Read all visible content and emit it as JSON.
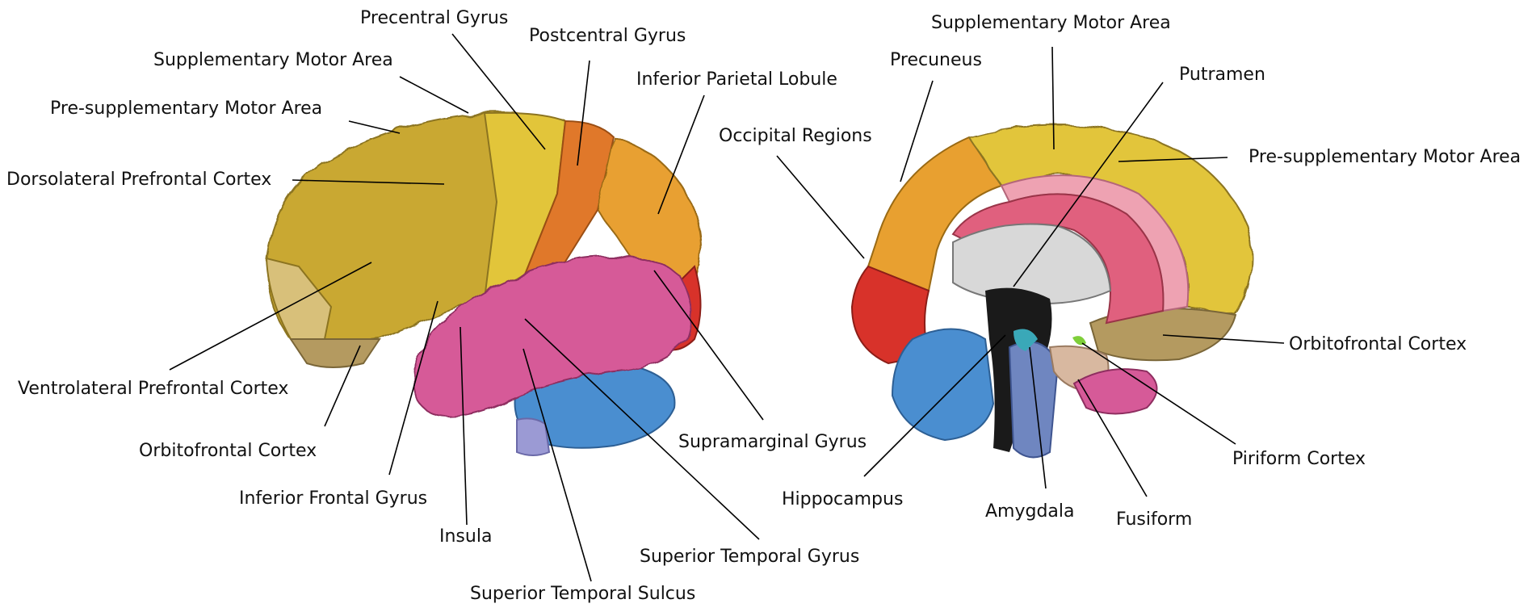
{
  "lateral_view": {
    "labels": {
      "precentral_gyrus": "Precentral Gyrus",
      "postcentral_gyrus": "Postcentral Gyrus",
      "supplementary_motor_area": "Supplementary Motor Area",
      "inferior_parietal_lobule": "Inferior Parietal Lobule",
      "pre_supplementary_motor_area": "Pre-supplementary Motor Area",
      "dorsolateral_prefrontal_cortex": "Dorsolateral Prefrontal Cortex",
      "ventrolateral_prefrontal_cortex": "Ventrolateral Prefrontal Cortex",
      "orbitofrontal_cortex": "Orbitofrontal Cortex",
      "inferior_frontal_gyrus": "Inferior Frontal Gyrus",
      "insula": "Insula",
      "superior_temporal_sulcus": "Superior Temporal Sulcus",
      "superior_temporal_gyrus": "Superior Temporal Gyrus",
      "supramarginal_gyrus": "Supramarginal Gyrus"
    }
  },
  "medial_view": {
    "labels": {
      "supplementary_motor_area": "Supplementary Motor Area",
      "precuneus": "Precuneus",
      "putramen": "Putramen",
      "occipital_regions": "Occipital Regions",
      "pre_supplementary_motor_area": "Pre-supplementary Motor Area",
      "orbitofrontal_cortex": "Orbitofrontal Cortex",
      "piriform_cortex": "Piriform Cortex",
      "hippocampus": "Hippocampus",
      "amygdala": "Amygdala",
      "fusiform": "Fusiform"
    }
  },
  "colors": {
    "frontal_yellow": "#c9a830",
    "prefrontal_yellow": "#e2c53a",
    "postcentral_orange": "#e0782a",
    "parietal_orange": "#e8a030",
    "temporal_pink": "#d65a98",
    "occipital_red": "#d8322a",
    "cerebellum_blue": "#4a8ed0",
    "orbitofrontal_tan": "#b49a60",
    "cingulate_pink": "#e0607e",
    "light_pink": "#eea2b2",
    "leader_line": "#000000"
  }
}
